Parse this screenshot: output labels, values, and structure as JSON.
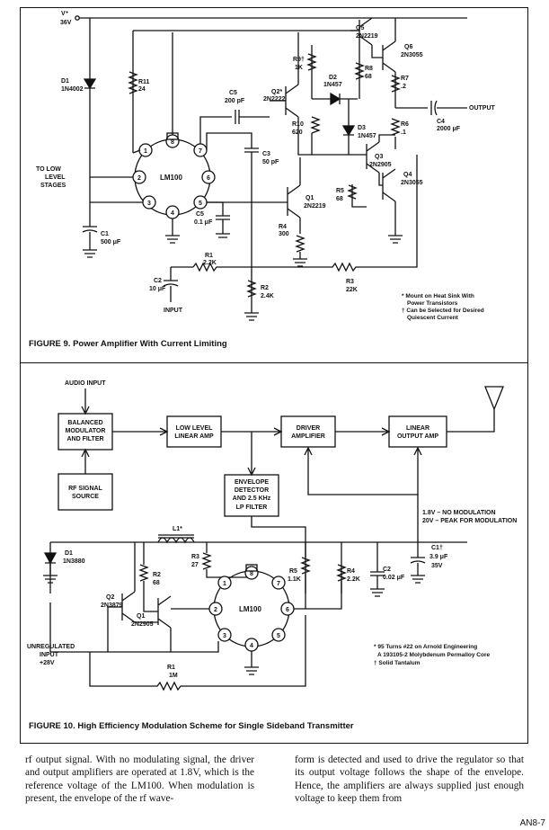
{
  "fig9": {
    "caption": "FIGURE 9. Power Amplifier With Current Limiting",
    "labels": [
      {
        "id": "v-plus",
        "t": "V⁺"
      },
      {
        "id": "v-val",
        "t": "36V"
      },
      {
        "id": "d1",
        "t": "D1"
      },
      {
        "id": "d1v",
        "t": "1N4002"
      },
      {
        "id": "r11",
        "t": "R11"
      },
      {
        "id": "r11v",
        "t": "24"
      },
      {
        "id": "c5a",
        "t": "C5"
      },
      {
        "id": "c5av",
        "t": "200 pF"
      },
      {
        "id": "q2",
        "t": "Q2*"
      },
      {
        "id": "q2v",
        "t": "2N2222"
      },
      {
        "id": "r9",
        "t": "R9†"
      },
      {
        "id": "r9v",
        "t": "1K"
      },
      {
        "id": "d2",
        "t": "D2"
      },
      {
        "id": "d2v",
        "t": "1N457"
      },
      {
        "id": "r8",
        "t": "R8"
      },
      {
        "id": "r8v",
        "t": "68"
      },
      {
        "id": "q5",
        "t": "Q5"
      },
      {
        "id": "q5v",
        "t": "2N2219"
      },
      {
        "id": "q6",
        "t": "Q6"
      },
      {
        "id": "q6v",
        "t": "2N3055"
      },
      {
        "id": "r7",
        "t": "R7"
      },
      {
        "id": "r7v",
        "t": ".2"
      },
      {
        "id": "output",
        "t": "OUTPUT"
      },
      {
        "id": "c4",
        "t": "C4"
      },
      {
        "id": "c4v",
        "t": "2000 μF"
      },
      {
        "id": "r6",
        "t": "R6"
      },
      {
        "id": "r6v",
        "t": ".1"
      },
      {
        "id": "r10",
        "t": "R10"
      },
      {
        "id": "r10v",
        "t": "620"
      },
      {
        "id": "d3",
        "t": "D3"
      },
      {
        "id": "d3v",
        "t": "1N457"
      },
      {
        "id": "c3",
        "t": "C3"
      },
      {
        "id": "c3v",
        "t": "50 pF"
      },
      {
        "id": "q3",
        "t": "Q3"
      },
      {
        "id": "q3v",
        "t": "2N2905"
      },
      {
        "id": "q4",
        "t": "Q4"
      },
      {
        "id": "q4v",
        "t": "2N3055"
      },
      {
        "id": "tolow1",
        "t": "TO LOW"
      },
      {
        "id": "tolow2",
        "t": "LEVEL"
      },
      {
        "id": "tolow3",
        "t": "STAGES"
      },
      {
        "id": "lm100",
        "t": "LM100"
      },
      {
        "id": "c5b",
        "t": "C5"
      },
      {
        "id": "c5bv",
        "t": "0.1 μF"
      },
      {
        "id": "q1",
        "t": "Q1"
      },
      {
        "id": "q1v",
        "t": "2N2219"
      },
      {
        "id": "c1",
        "t": "C1"
      },
      {
        "id": "c1v",
        "t": "500 μF"
      },
      {
        "id": "r4",
        "t": "R4"
      },
      {
        "id": "r4v",
        "t": "300"
      },
      {
        "id": "r5",
        "t": "R5"
      },
      {
        "id": "r5v",
        "t": "68"
      },
      {
        "id": "r1",
        "t": "R1"
      },
      {
        "id": "r1v",
        "t": "2.2K"
      },
      {
        "id": "c2",
        "t": "C2"
      },
      {
        "id": "c2v",
        "t": "10 μF"
      },
      {
        "id": "r2",
        "t": "R2"
      },
      {
        "id": "r2v",
        "t": "2.4K"
      },
      {
        "id": "r3",
        "t": "R3"
      },
      {
        "id": "r3v",
        "t": "22K"
      },
      {
        "id": "input",
        "t": "INPUT"
      },
      {
        "id": "n1",
        "t": "* Mount on Heat Sink With"
      },
      {
        "id": "n2",
        "t": "Power Transistors"
      },
      {
        "id": "n3",
        "t": "† Can be Selected for Desired"
      },
      {
        "id": "n4",
        "t": "Quiescent Current"
      }
    ],
    "pins": [
      "1",
      "2",
      "3",
      "4",
      "5",
      "6",
      "7",
      "8"
    ],
    "pin_labels": [
      "1",
      "2",
      "3",
      "4",
      "5",
      "6",
      "7",
      "8"
    ]
  },
  "fig10": {
    "caption": "FIGURE 10. High Efficiency Modulation Scheme for Single Sideband Transmitter",
    "blocks": {
      "bal": [
        "BALANCED",
        "MODULATOR",
        "AND FILTER"
      ],
      "rf": [
        "RF SIGNAL",
        "SOURCE"
      ],
      "lowlin": [
        "LOW LEVEL",
        "LINEAR AMP"
      ],
      "driver": [
        "DRIVER",
        "AMPLIFIER"
      ],
      "linout": [
        "LINEAR",
        "OUTPUT AMP"
      ],
      "env": [
        "ENVELOPE",
        "DETECTOR",
        "AND 2.5 KHz",
        "LP FILTER"
      ]
    },
    "labels": [
      {
        "id": "audio",
        "t": "AUDIO INPUT"
      },
      {
        "id": "mod1",
        "t": "1.8V – NO MODULATION"
      },
      {
        "id": "mod2",
        "t": "20V  – PEAK FOR MODULATION"
      },
      {
        "id": "l1",
        "t": "L1*"
      },
      {
        "id": "d1",
        "t": "D1"
      },
      {
        "id": "d1v",
        "t": "1N3880"
      },
      {
        "id": "c1",
        "t": "C1†"
      },
      {
        "id": "c1v1",
        "t": "3.9 μF"
      },
      {
        "id": "c1v2",
        "t": "35V"
      },
      {
        "id": "r2",
        "t": "R2"
      },
      {
        "id": "r2v",
        "t": "68"
      },
      {
        "id": "r3",
        "t": "R3"
      },
      {
        "id": "r3v",
        "t": "27"
      },
      {
        "id": "r5",
        "t": "R5"
      },
      {
        "id": "r5v",
        "t": "1.1K"
      },
      {
        "id": "r4",
        "t": "R4"
      },
      {
        "id": "r4v",
        "t": "2.2K"
      },
      {
        "id": "c2",
        "t": "C2"
      },
      {
        "id": "c2v",
        "t": "0.02 μF"
      },
      {
        "id": "q2",
        "t": "Q2"
      },
      {
        "id": "q2v",
        "t": "2N3879"
      },
      {
        "id": "q1",
        "t": "Q1"
      },
      {
        "id": "q1v",
        "t": "2N2905"
      },
      {
        "id": "lm100",
        "t": "LM100"
      },
      {
        "id": "unreg1",
        "t": "UNREGULATED"
      },
      {
        "id": "unreg2",
        "t": "INPUT"
      },
      {
        "id": "unreg3",
        "t": "+28V"
      },
      {
        "id": "r1",
        "t": "R1"
      },
      {
        "id": "r1v",
        "t": "1M"
      },
      {
        "id": "n1",
        "t": "* 95 Turns #22 on Arnold Engineering"
      },
      {
        "id": "n2",
        "t": "A 193105-2 Molybdenum Permalloy Core"
      },
      {
        "id": "n3",
        "t": "† Solid Tantalum"
      }
    ],
    "pins": [
      "1",
      "2",
      "3",
      "4",
      "5",
      "6",
      "7",
      "8"
    ]
  },
  "body": {
    "left": "rf output signal. With no modulating signal, the driver and output amplifiers are operated at 1.8V, which is the reference voltage of the LM100. When modulation is present, the envelope of the rf wave-",
    "right": "form is detected and used to drive the regulator so that its output voltage follows the shape of the envelope. Hence, the amplifiers are always supplied just enough voltage to keep them from"
  },
  "footer": "AN8-7"
}
